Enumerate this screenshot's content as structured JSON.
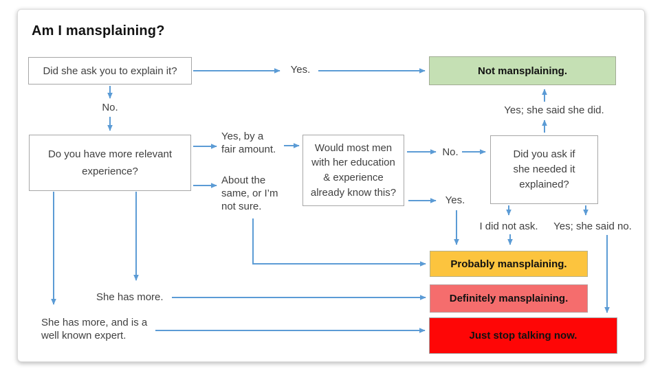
{
  "title": "Am I mansplaining?",
  "nodes": {
    "q1": "Did she ask you to explain it?",
    "q2": "Do you have more relevant\nexperience?",
    "q3": "Would most men\nwith her education\n& experience\nalready know this?",
    "q4": "Did you ask if\nshe needed it\nexplained?",
    "outcome_not": "Not mansplaining.",
    "outcome_probably": "Probably mansplaining.",
    "outcome_definitely": "Definitely mansplaining.",
    "outcome_stop": "Just stop talking now."
  },
  "edge_labels": {
    "yes_top": "Yes.",
    "no_top": "No.",
    "yes_fair": "Yes, by a\nfair amount.",
    "about_same": "About the\nsame, or I’m\nnot sure.",
    "no_mid": "No.",
    "yes_mid": "Yes.",
    "yes_she_said_she_did": "Yes; she said she did.",
    "i_did_not_ask": "I did not ask.",
    "yes_she_said_no": "Yes; she said no.",
    "she_has_more": "She has more.",
    "she_has_more_expert": "She has more, and is a\nwell known expert."
  },
  "colors": {
    "arrow_blue": "#5b9bd5",
    "outcome_green": "#c5e0b4",
    "outcome_yellow": "#fcc43e",
    "outcome_salmon": "#f56d6d",
    "outcome_red": "#fe0606",
    "box_border_gray": "#a6a6a6",
    "text_dark": "#404040"
  }
}
